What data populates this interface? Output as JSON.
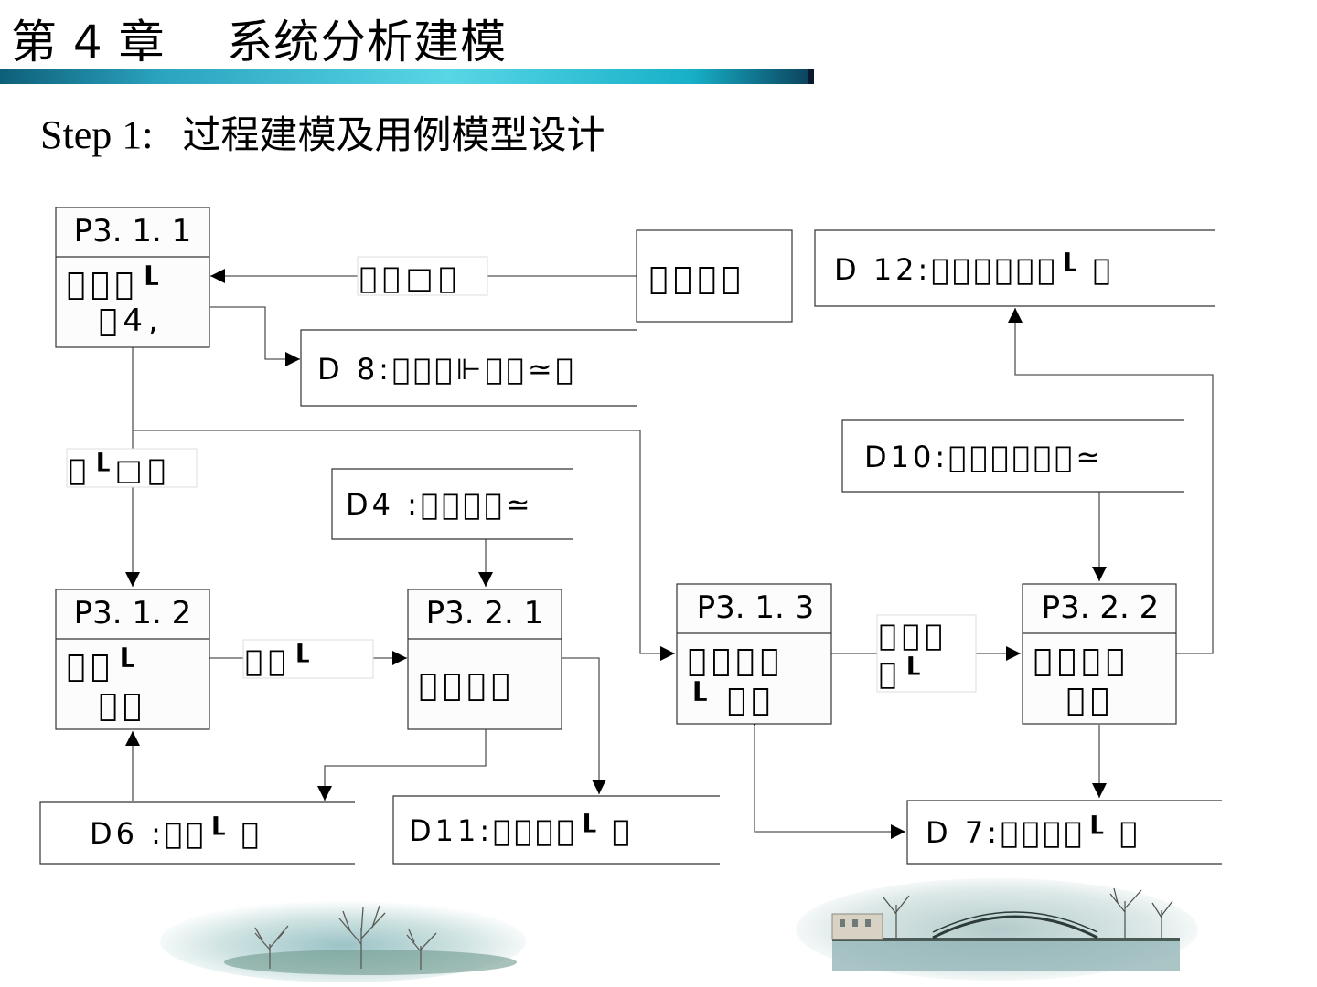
{
  "slide": {
    "chapter_title": "第 4 章    系统分析建模",
    "step_label": "Step 1:",
    "step_text": "过程建模及用例模型设计",
    "accent_bar_color": "#2ba4c0"
  },
  "diagram": {
    "processes": {
      "p311": {
        "id": "P3. 1. 1",
        "line1": "󰀀󰀀󰀀┖",
        "line2": "󰀀4,"
      },
      "p312": {
        "id": "P3. 1. 2",
        "line1": "󰀀󰀀┖",
        "line2": "󰀀󰀀"
      },
      "p321": {
        "id": "P3. 2. 1",
        "line1": "󰀀󰀀󰀀󰀀",
        "line2": ""
      },
      "p313": {
        "id": "P3. 1. 3",
        "line1": "󰀀󰀀󰀀󰀀",
        "line2": "┖  󰀀󰀀"
      },
      "p322": {
        "id": "P3. 2. 2",
        "line1": "󰀀󰀀󰀀󰀀",
        "line2": "󰀀󰀀"
      }
    },
    "external_entity": "󰀀󰀀󰀀󰀀",
    "data_stores": {
      "d12": "D 12:󰀀󰀀󰀀󰀀󰀀󰀀┖   󰀀",
      "d8": "D 8:󰀀󰀀󰀀⊩󰀀󰀀≃󰀀",
      "d10": "D10:󰀀󰀀󰀀󰀀󰀀󰀀≃",
      "d4": "D4 :󰀀󰀀󰀀󰀀≃",
      "d6": "D6 :󰀀󰀀┖   󰀀",
      "d11": "D11:󰀀󰀀󰀀󰀀┖   󰀀",
      "d7": "D 7:󰀀󰀀󰀀󰀀┖   󰀀"
    },
    "flow_labels": {
      "entity_to_p311": "󰀀󰀀□󰀀",
      "p311_to_p312": "󰀀┖□󰀀",
      "p312_to_p321": "󰀀󰀀┖",
      "p313_to_p322_line1": "󰀀󰀀󰀀",
      "p313_to_p322_line2": "󰀀┖"
    }
  }
}
